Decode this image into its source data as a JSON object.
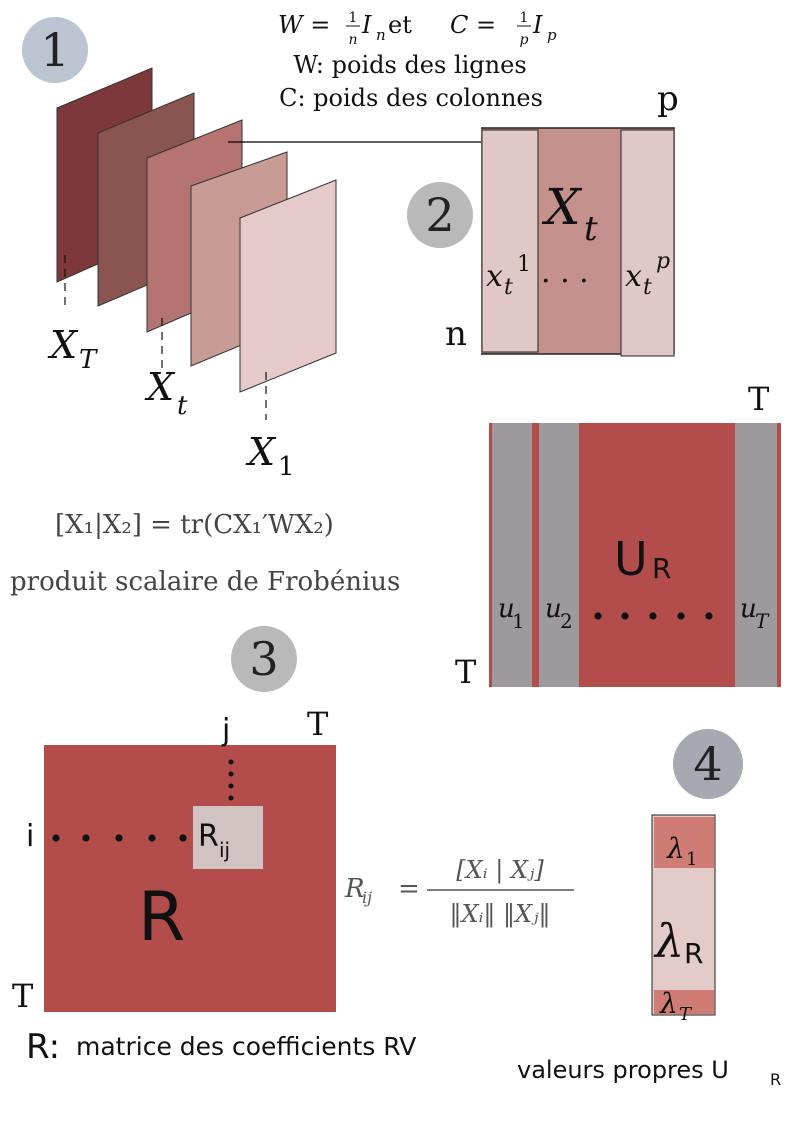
{
  "colors": {
    "layer_1": "#7c383a",
    "layer_2": "#8a5450",
    "layer_3": "#b57471",
    "layer_4": "#c89b95",
    "layer_5": "#e6c9c9",
    "matrix_mid": "#c4918d",
    "matrix_side": "#e0c8c6",
    "red": "#b34d4c",
    "gray": "#9e999d",
    "step_badge": "#bcc3d1",
    "cell": "#d2c3c3",
    "lambda_cell": "#cf7c75",
    "lambda_mid": "#e3cbca"
  },
  "steps": {
    "s1": "1",
    "s2": "2",
    "s3": "3",
    "s4": "4"
  },
  "header": {
    "formula_W": "W = ",
    "frac_num_1": "1",
    "frac_den_n": "n",
    "In": "I",
    "In_sub": "n",
    "et": " et ",
    "formula_C": "C = ",
    "frac_num_2": "1",
    "frac_den_p": "p",
    "Ip": "I",
    "Ip_sub": "p",
    "line2": "W: poids des lignes",
    "line3": "C: poids des colonnes"
  },
  "panel1": {
    "XT": "X",
    "XT_sub": "T",
    "Xt": "X",
    "Xt_sub": "t",
    "X1": "X",
    "X1_sub": "1"
  },
  "panel2": {
    "p": "p",
    "n": "n",
    "Xt": "X",
    "Xt_sub": "t",
    "col1": "x",
    "col1_sub": "t",
    "col1_sup": "1",
    "dots": ". . .",
    "colp": "x",
    "colp_sub": "t",
    "colp_sup": "p"
  },
  "scalar": {
    "formula": "[X₁|X₂] = tr(CX₁′WX₂)",
    "caption": "produit scalaire de Frobénius"
  },
  "panelU": {
    "T_top": "T",
    "T_left": "T",
    "label": "U",
    "label_sub": "R",
    "u1": "u",
    "u1_sub": "1",
    "u2": "u",
    "u2_sub": "2",
    "uT": "u",
    "uT_sub": "T"
  },
  "panel3": {
    "j": "j",
    "T_top": "T",
    "i": "i",
    "T_left": "T",
    "cell": "R",
    "cell_sub": "ij",
    "label": "R",
    "Rij_lhs": "R",
    "Rij_lhs_sub": "ij",
    "equals": "=",
    "num": "[Xᵢ | Xⱼ]",
    "den": "‖Xᵢ‖ ‖Xⱼ‖",
    "caption_R": "R:",
    "caption": "matrice des coefficients RV"
  },
  "panel4": {
    "l1": "λ",
    "l1_sub": "1",
    "lR": "λ",
    "lR_sub": "R",
    "lT": "λ",
    "lT_sub": "T",
    "caption": "valeurs propres U",
    "caption_sub": "R"
  }
}
